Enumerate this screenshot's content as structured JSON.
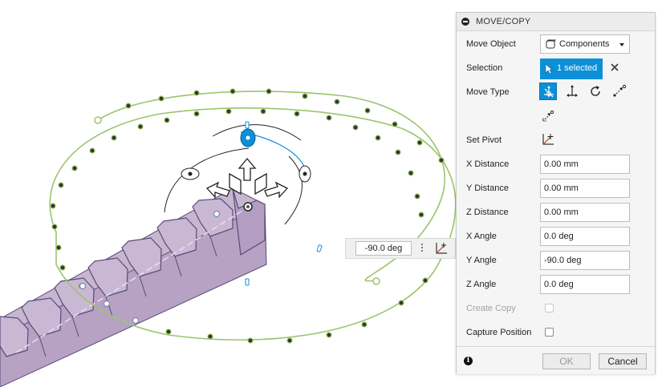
{
  "viewport": {
    "angle_input_value": "-90.0 deg",
    "colors": {
      "model_face": "#b9a5c4",
      "model_edge": "#5a4a7a",
      "path_line": "#9cc46b",
      "path_dot": "#2e3a2a",
      "manipulator_accent": "#0d8fd8"
    }
  },
  "panel": {
    "title": "MOVE/COPY",
    "move_object": {
      "label": "Move Object",
      "value": "Components",
      "icon": "component-icon"
    },
    "selection": {
      "label": "Selection",
      "button_text": "1 selected",
      "icon": "cursor-icon",
      "clear_icon": "close-icon"
    },
    "move_type": {
      "label": "Move Type",
      "options": [
        "free-move-icon",
        "translate-icon",
        "rotate-icon",
        "point-to-point-icon",
        "point-to-position-icon"
      ],
      "active": "free-move-icon"
    },
    "set_pivot": {
      "label": "Set Pivot",
      "icon": "pivot-icon"
    },
    "x_distance": {
      "label": "X Distance",
      "value": "0.00 mm"
    },
    "y_distance": {
      "label": "Y Distance",
      "value": "0.00 mm"
    },
    "z_distance": {
      "label": "Z Distance",
      "value": "0.00 mm"
    },
    "x_angle": {
      "label": "X Angle",
      "value": "0.0 deg"
    },
    "y_angle": {
      "label": "Y Angle",
      "value": "-90.0 deg"
    },
    "z_angle": {
      "label": "Z Angle",
      "value": "0.0 deg"
    },
    "create_copy": {
      "label": "Create Copy",
      "checked": false,
      "enabled": false
    },
    "capture_position": {
      "label": "Capture Position",
      "checked": false,
      "enabled": true
    },
    "ok_label": "OK",
    "cancel_label": "Cancel",
    "accent_color": "#0d8fd8"
  }
}
